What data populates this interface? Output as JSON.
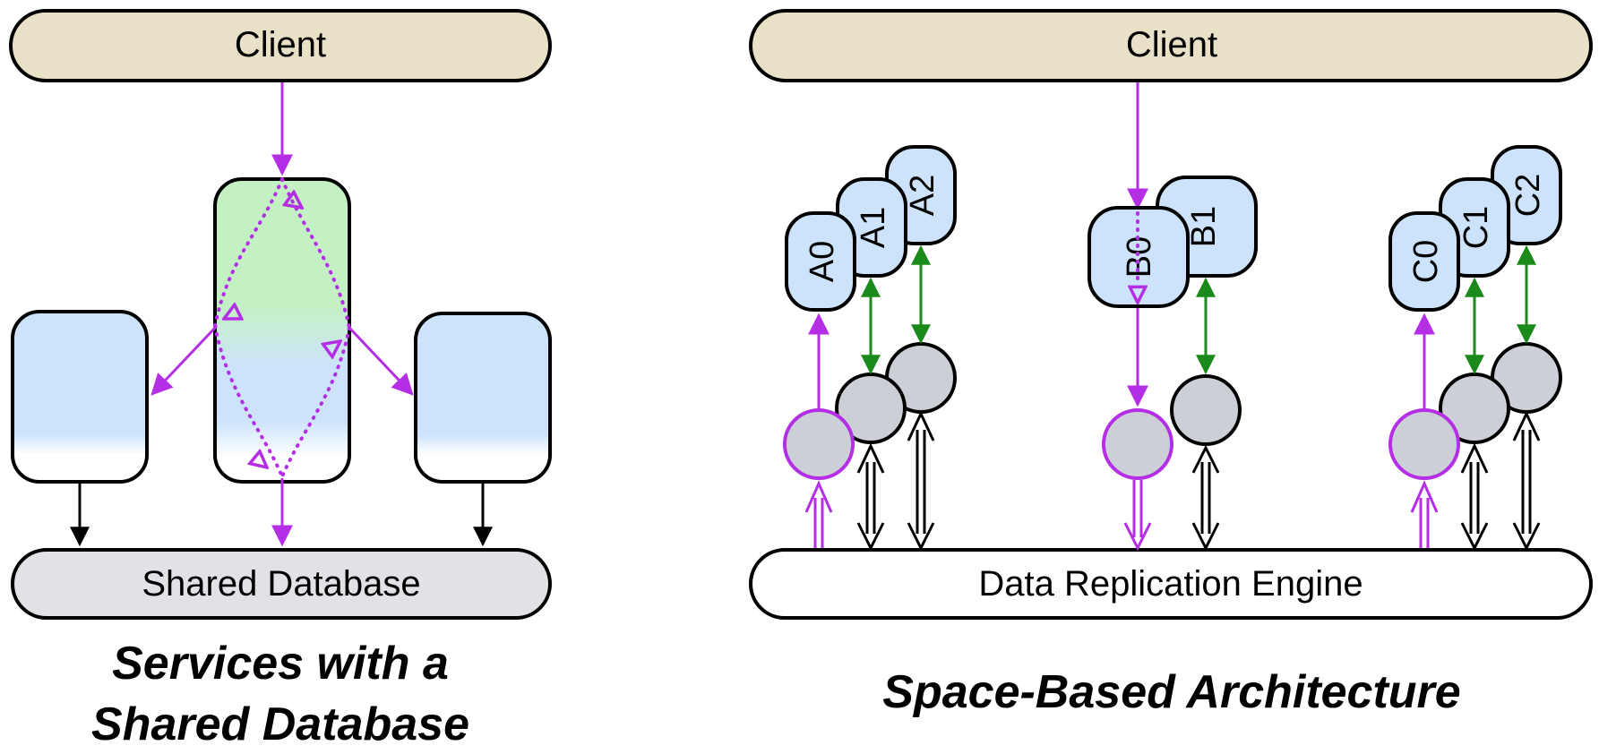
{
  "left": {
    "client_label": "Client",
    "database_label": "Shared Database",
    "caption_line1": "Services with a",
    "caption_line2": "Shared Database"
  },
  "right": {
    "client_label": "Client",
    "engine_label": "Data Replication Engine",
    "caption": "Space-Based Architecture",
    "units": {
      "a0": "A0",
      "a1": "A1",
      "a2": "A2",
      "b0": "B0",
      "b1": "B1",
      "c0": "C0",
      "c1": "C1",
      "c2": "C2"
    }
  },
  "colors": {
    "client_fill": "#e8e1c8",
    "database_fill": "#e0e2e6",
    "service_blue": "#cde3fb",
    "service_green": "#c4f1c4",
    "grid_gray": "#ccd0d6",
    "request_purple": "#b42ee6",
    "sync_green": "#1a8a1a"
  }
}
